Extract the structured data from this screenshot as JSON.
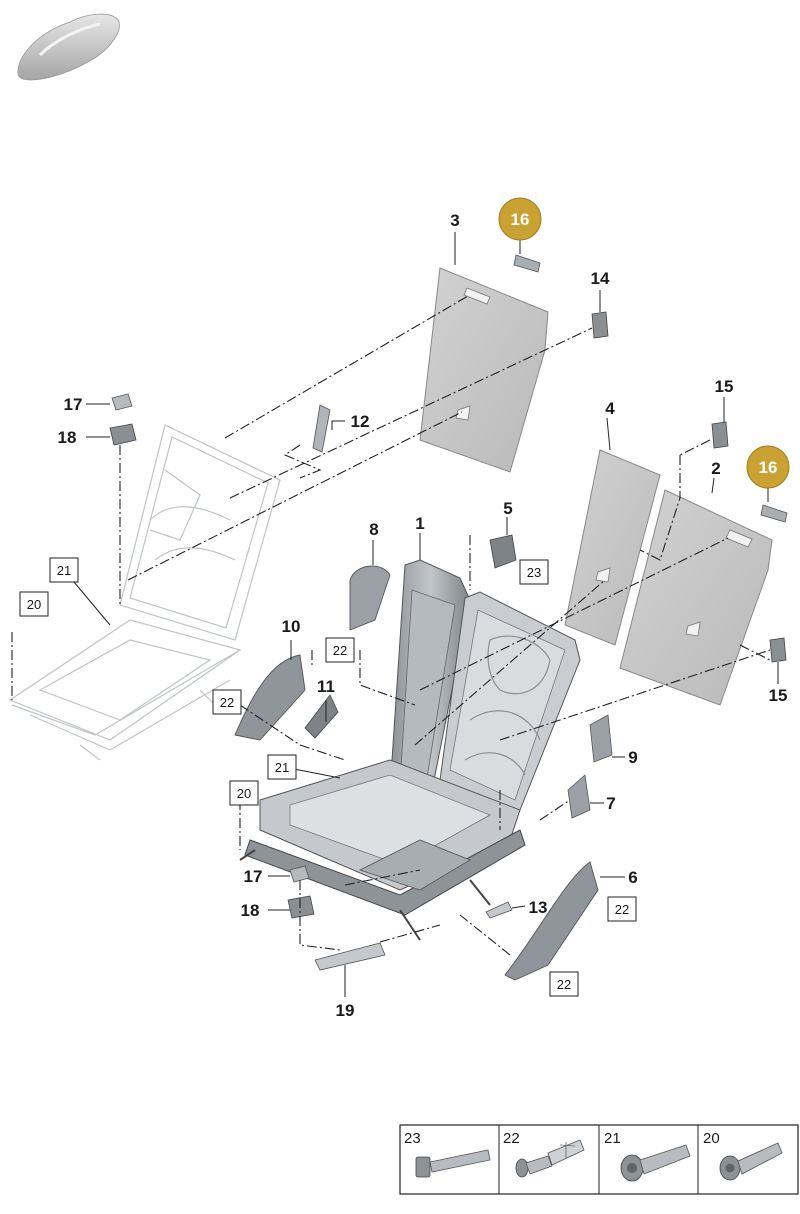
{
  "diagram": {
    "callouts": {
      "c1": "1",
      "c2": "2",
      "c3": "3",
      "c4": "4",
      "c5": "5",
      "c6": "6",
      "c7": "7",
      "c8": "8",
      "c9": "9",
      "c10": "10",
      "c11": "11",
      "c12": "12",
      "c13": "13",
      "c14": "14",
      "c15a": "15",
      "c15b": "15",
      "c16a": "16",
      "c16b": "16",
      "c17a": "17",
      "c17b": "17",
      "c18a": "18",
      "c18b": "18",
      "c19": "19"
    },
    "boxed_callouts": {
      "b20a": "20",
      "b20b": "20",
      "b21a": "21",
      "b21b": "21",
      "b22a": "22",
      "b22b": "22",
      "b22c": "22",
      "b22d": "22",
      "b23": "23"
    },
    "legend": [
      {
        "label": "23",
        "icon": "bolt-hex-icon"
      },
      {
        "label": "22",
        "icon": "expanding-rivet-icon"
      },
      {
        "label": "21",
        "icon": "torx-bolt-flange-icon"
      },
      {
        "label": "20",
        "icon": "torx-bolt-icon"
      }
    ],
    "colors": {
      "highlight_circle": "#c9a233",
      "panel_fill": "#c8c8c8",
      "frame_fill": "#9aa0a6",
      "ghost_frame": "#d5d9dc"
    }
  }
}
